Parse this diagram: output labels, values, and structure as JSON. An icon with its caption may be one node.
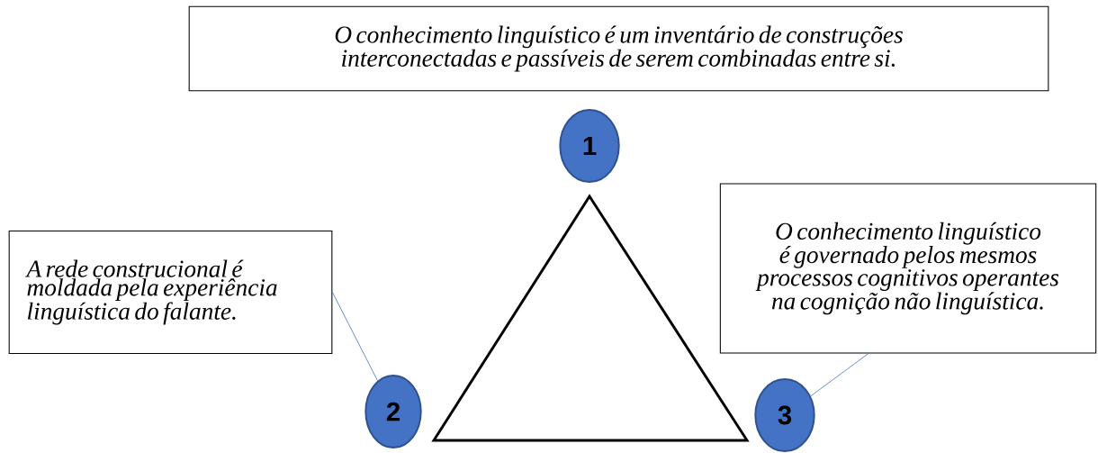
{
  "diagram": {
    "nodes": [
      {
        "text": [
          "O conhecimento linguístico é um inventário de construções interconectadas e passíveis de serem combinadas entre si."
        ]
      },
      {
        "text": [
          "1"
        ]
      },
      {
        "text": [
          "A rede construcional é moldada pela experiência linguística do falante."
        ]
      },
      {
        "text": [
          "O conhecimento linguístico é governado pelos mesmos processos cognitivos operantes na cognição não linguística."
        ]
      },
      {
        "text": [
          "2"
        ]
      },
      {
        "text": [
          "3"
        ]
      }
    ],
    "edges": [
      {
        "from": 2,
        "to": 4,
        "arrow": "none"
      },
      {
        "from": 3,
        "to": 5,
        "arrow": "none"
      }
    ]
  }
}
